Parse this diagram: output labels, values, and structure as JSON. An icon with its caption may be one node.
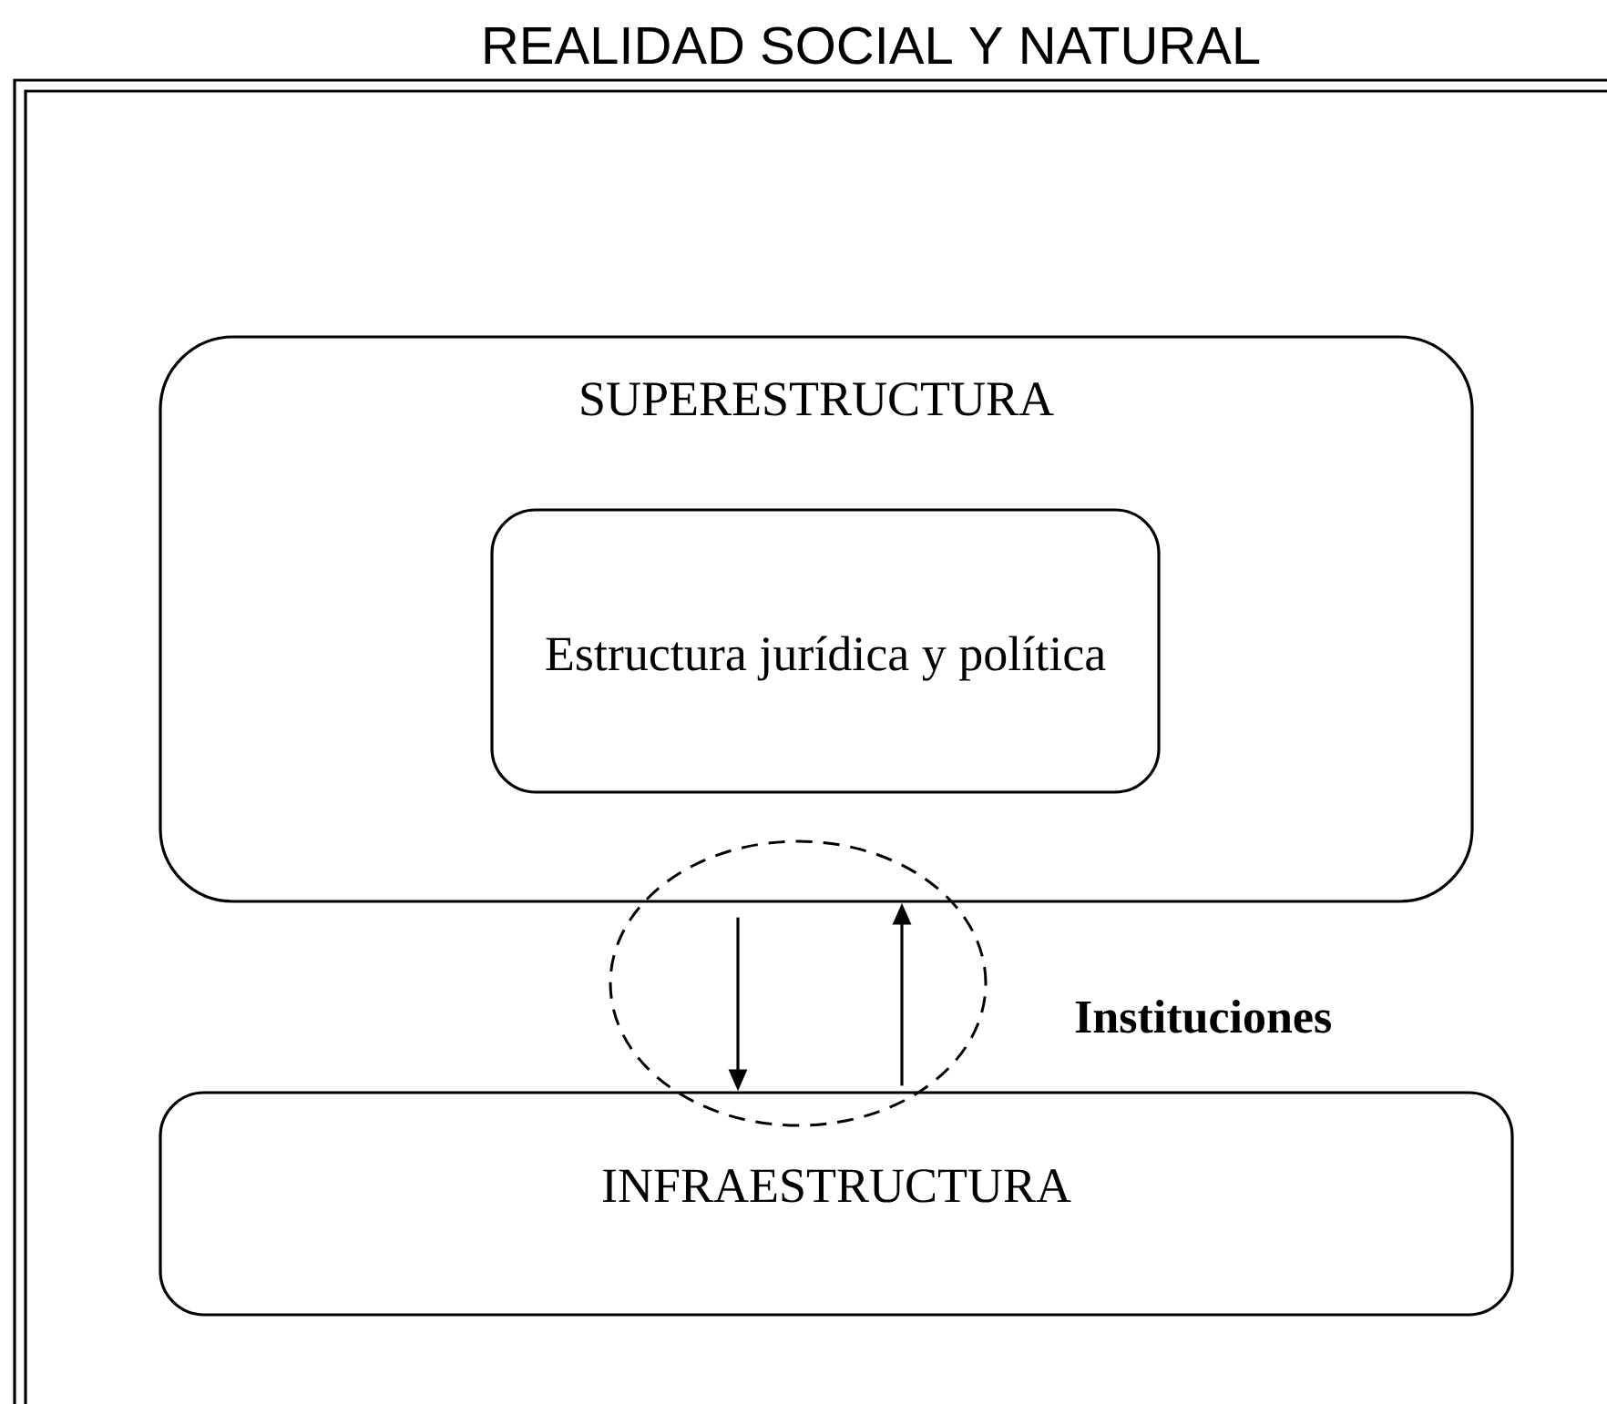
{
  "diagram": {
    "nodes": [
      {
        "text": [
          "REALIDAD SOCIAL Y NATURAL"
        ]
      },
      {
        "text": [
          "SUPERESTRUCTURA"
        ],
        "in": 0
      },
      {
        "text": [
          "Estructura jurídica y política"
        ],
        "in": 1
      },
      {
        "text": [
          "INFRAESTRUCTURA"
        ],
        "in": 0
      }
    ],
    "edges": [
      {
        "from": 1,
        "to": 3,
        "arrow": "to"
      },
      {
        "from": 3,
        "to": 1,
        "arrow": "to"
      }
    ],
    "labels": [
      "Instituciones"
    ]
  }
}
